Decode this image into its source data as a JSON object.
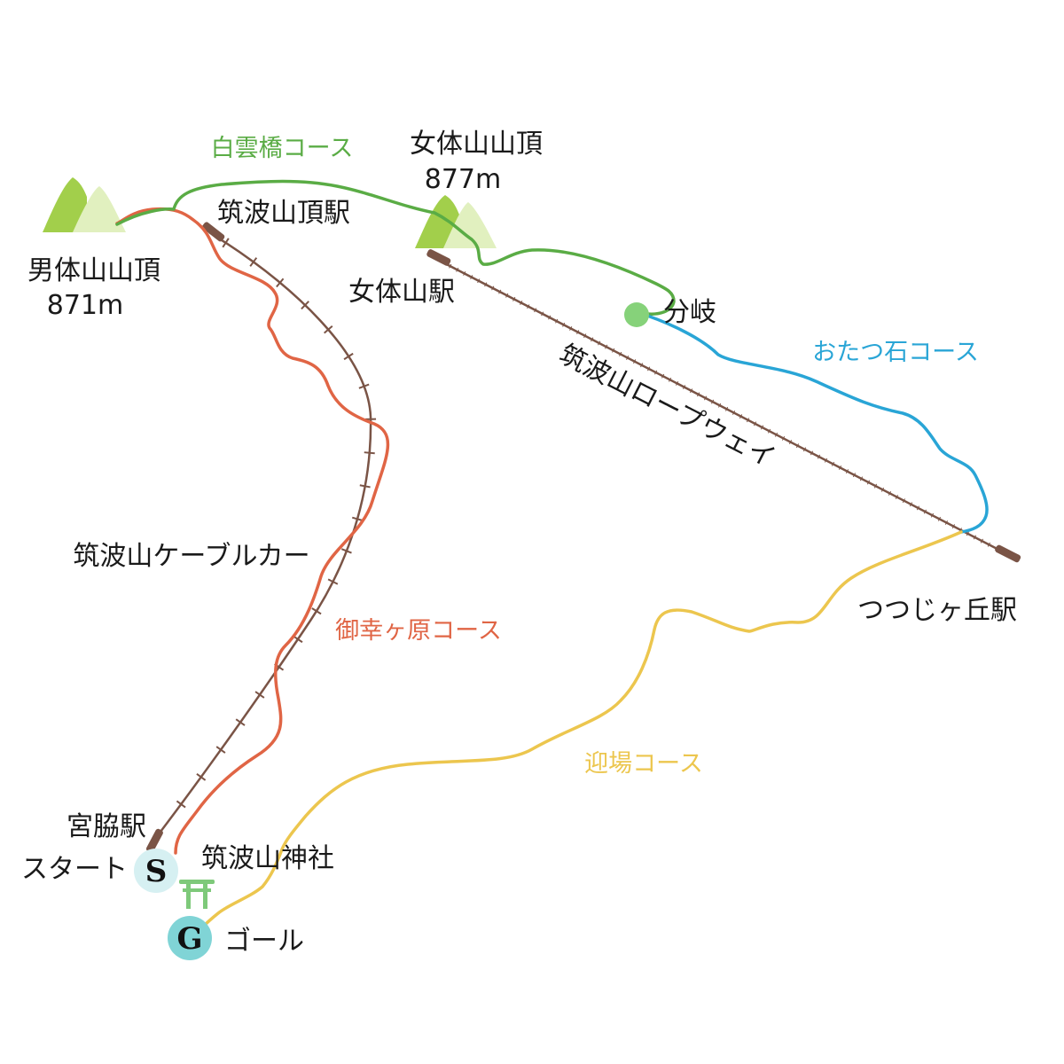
{
  "colors": {
    "shirakumo": "#5aac45",
    "mimosa": "#e06545",
    "otatsu": "#29a5d6",
    "mukaeba": "#ecc64e",
    "cable": "#7a5446",
    "mountain_dark": "#a2cf4b",
    "mountain_light": "#e1f0bf",
    "branch_dot": "#86d27a",
    "start_badge": "#d6f0f2",
    "goal_badge": "#80d4d6",
    "torii": "#7ec97a"
  },
  "peaks": {
    "nantai": {
      "name": "男体山山頂",
      "elevation": "871m"
    },
    "nyotai": {
      "name": "女体山山頂",
      "elevation": "877m"
    }
  },
  "stations": {
    "summit_station": "筑波山頂駅",
    "nyotai_station": "女体山駅",
    "tsutsujigaoka": "つつじヶ丘駅",
    "miyawaki": "宮脇駅"
  },
  "lines": {
    "cable_car": "筑波山ケーブルカー",
    "ropeway": "筑波山ロープウェイ"
  },
  "courses": {
    "shirakumo": "白雲橋コース",
    "otatsu": "おたつ石コース",
    "mimosa": "御幸ヶ原コース",
    "mukaeba": "迎場コース"
  },
  "points": {
    "branch": "分岐",
    "shrine": "筑波山神社",
    "start_label": "スタート",
    "start_letter": "S",
    "goal_label": "ゴール",
    "goal_letter": "G"
  },
  "icons": {
    "shrine": "torii-gate",
    "peak": "mountain",
    "branch": "circle-dot"
  }
}
